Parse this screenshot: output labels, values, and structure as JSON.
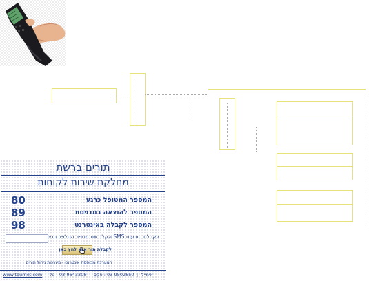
{
  "images": {
    "phone": {
      "icon": "hand-holding-mobile-phone"
    }
  },
  "widget": {
    "title": "תורים ברשת",
    "subtitle": "מחלקת שירות לקוחות",
    "queues": [
      {
        "number": "80",
        "label": "המספר המטופל כרגע"
      },
      {
        "number": "89",
        "label": "המספר להוצאה במדפסת"
      },
      {
        "number": "98",
        "label": "המספר לקבלה באינטרנט"
      }
    ],
    "sms_prompt": "לקבלת הודעות SMS הקלד את מספר הטלפון הנייד",
    "phone_input": {
      "value": "",
      "placeholder": ""
    },
    "get_number_hint": "לקבלת תור אנא לחץ כאן",
    "note": "המערכת מבוססת אינטרנט - מערכות ניהול תורים",
    "footer": {
      "website": "www.tournet.com",
      "email_label": "אימייל",
      "fax": "03-9502650 : פקס",
      "phone": "03-9643308 : טל"
    },
    "colors": {
      "primary": "#24428a",
      "button": "#e9d68f",
      "outline": "#e8e27a"
    }
  }
}
